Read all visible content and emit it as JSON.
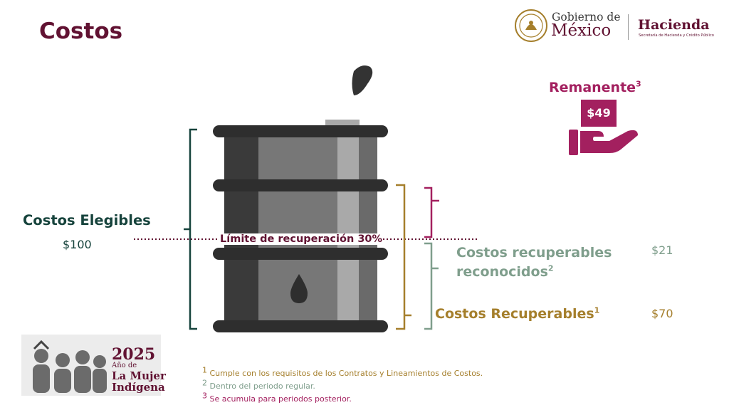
{
  "header": {
    "title": "Costos",
    "gov_small": "Gobierno de",
    "gov_big": "México",
    "hacienda": "Hacienda",
    "hacienda_sub": "Secretaría de Hacienda y Crédito Público"
  },
  "diagram": {
    "elegibles_label": "Costos Elegibles",
    "elegibles_value": "$100",
    "limite_label": "Límite de recuperación 30%",
    "reconocidos_label_line1": "Costos recuperables",
    "reconocidos_label_line2": "reconocidos",
    "reconocidos_sup": "2",
    "reconocidos_value": "$21",
    "recuperables_label": "Costos Recuperables",
    "recuperables_sup": "1",
    "recuperables_value": "$70",
    "remanente_label": "Remanente",
    "remanente_sup": "3",
    "remanente_value": "$49"
  },
  "footnotes": [
    {
      "num": "1",
      "text": "Cumple con los requisitos de los Contratos y Lineamientos de Costos."
    },
    {
      "num": "2",
      "text": "Dentro del periodo regular."
    },
    {
      "num": "3",
      "text": "Se acumula para periodos posterior."
    }
  ],
  "badge": {
    "year": "2025",
    "ano": "Año de",
    "line1": "La Mujer",
    "line2": "Indígena"
  },
  "colors": {
    "primary": "#611232",
    "elegibles": "#16433c",
    "reconocidos": "#7f9e8c",
    "recuperables": "#a57f2c",
    "remanente": "#a3205f"
  }
}
